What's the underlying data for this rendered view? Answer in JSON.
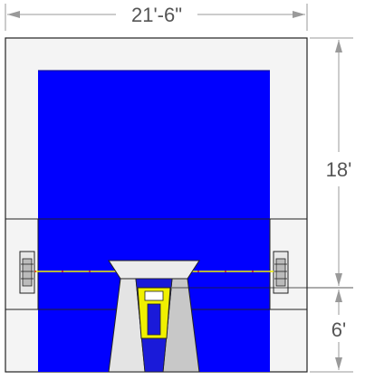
{
  "dimensions": {
    "width_label": "21'-6\"",
    "height_upper_label": "18'",
    "height_lower_label": "6'"
  },
  "colors": {
    "background": "#ffffff",
    "screen_blue": "#0000ff",
    "screen_blue_dark": "#1a1ad9",
    "frame_fill": "#f4f4f4",
    "line": "#222222",
    "dimension_line": "#9a9a9a",
    "accent_yellow": "#f0f000",
    "cable_red": "#d02020",
    "stage_gray": "#c8c8c8",
    "stage_light": "#ececec"
  }
}
